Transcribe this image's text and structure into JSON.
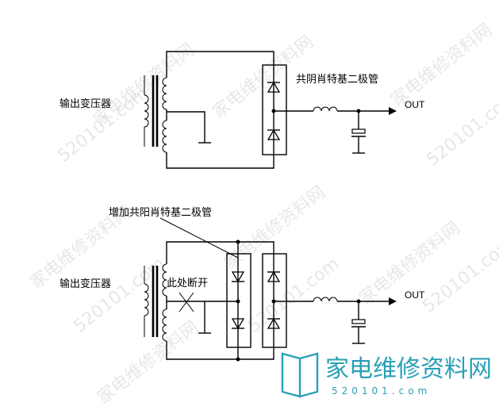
{
  "top_circuit": {
    "transformer_label": "输出变压器",
    "diode_label": "共阴肖特基二极管",
    "output_label": "OUT"
  },
  "bottom_circuit": {
    "transformer_label": "输出变压器",
    "added_diode_label": "增加共阳肖特基二极管",
    "break_label": "此处断开",
    "output_label": "OUT"
  },
  "watermark": {
    "site_name": "家电维修资料网",
    "url": "520101.com",
    "logo_name": "家电维修资料网",
    "logo_url": "520101.com"
  },
  "colors": {
    "line": "#000000",
    "watermark": "#d4d4d4",
    "logo": "#2aa0b8"
  }
}
